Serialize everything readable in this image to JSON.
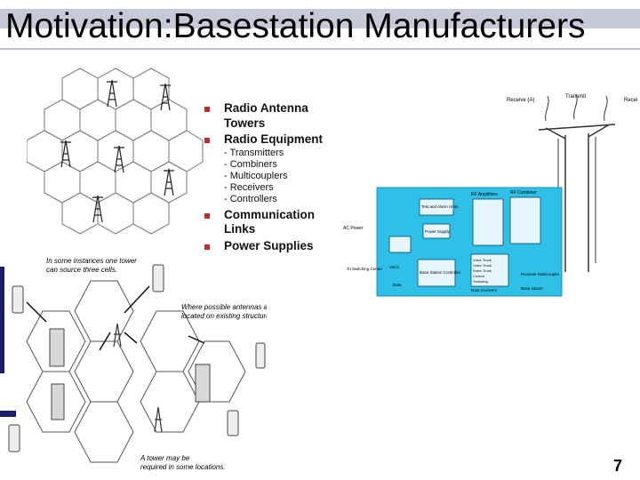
{
  "slide": {
    "title": "Motivation:Basestation Manufacturers",
    "page_number": "7"
  },
  "bullets": [
    {
      "label": "Radio Antenna Towers"
    },
    {
      "label": "Radio Equipment",
      "subs": [
        "- Transmitters",
        "- Combiners",
        "- Multicouplers",
        "- Receivers",
        "- Controllers"
      ]
    },
    {
      "label": "Communication Links"
    },
    {
      "label": "Power Supplies"
    }
  ],
  "cell_diagram": {
    "note_top": "In some instances one tower can source three cells.",
    "note_middle": "Where possible antennas are located on existing structures.",
    "note_bottom": "A tower may be required in some locations."
  },
  "equipment_diagram": {
    "rf_amplifiers": "RF Amplifiers",
    "rf_combiner": "RF Combiner",
    "test_alarm": "Test and Alarm Units",
    "power_supply": "Power Supply",
    "ac_power": "AC Power",
    "base_station_controller": "Base Station Controller",
    "to_switching_center": "To Switching Center",
    "data": "Data",
    "voice": "Voice",
    "voice_trunks": [
      "Voice Trunk",
      "Voice Trunk",
      "Voice Trunk"
    ],
    "control": "Control",
    "scanning": "Scanning",
    "data_receivers": "Data receivers",
    "receiver_multicoupler": "Receiver Multicoupler",
    "base_station": "Base station",
    "receive_a": "Receive (A)",
    "transmit": "Transmit",
    "receive_b": "Recei"
  },
  "colors": {
    "accent_red": "#c0302a",
    "panel_blue": "#2fc0e8",
    "sidebar_navy": "#1a1f6b"
  }
}
